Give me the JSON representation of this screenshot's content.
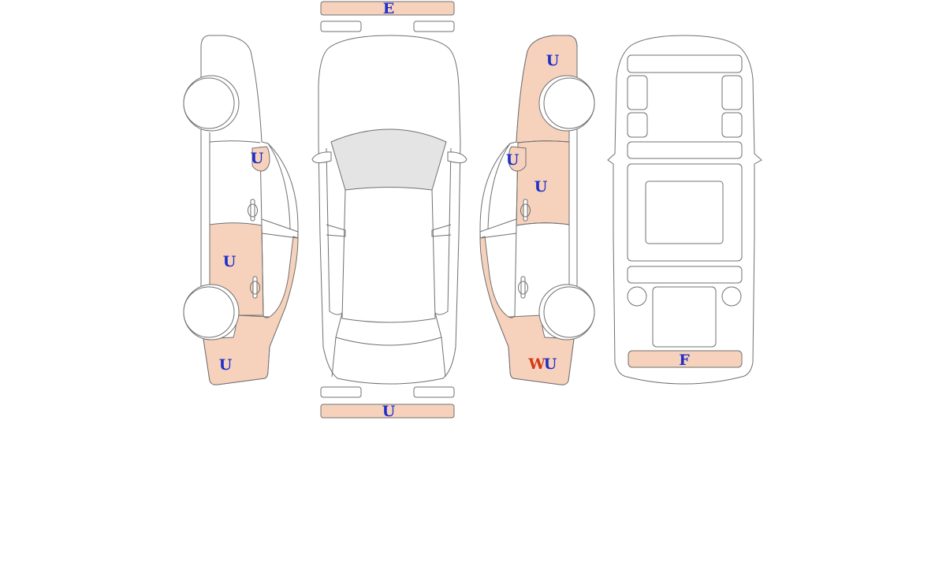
{
  "diagram": {
    "colors": {
      "damage_fill": "#f6d2bd",
      "glass_fill": "#e4e4e4",
      "code_blue": "#1f2fc8",
      "code_red": "#d13b14"
    },
    "markers": {
      "front_bumper": {
        "codes": [
          {
            "text": "E",
            "color": "blue"
          }
        ]
      },
      "rear_bumper": {
        "codes": [
          {
            "text": "U",
            "color": "blue"
          }
        ]
      },
      "interior_rear_panel": {
        "codes": [
          {
            "text": "F",
            "color": "blue"
          }
        ]
      },
      "left_mirror": {
        "codes": [
          {
            "text": "U",
            "color": "blue"
          }
        ]
      },
      "left_rear_door": {
        "codes": [
          {
            "text": "U",
            "color": "blue"
          }
        ]
      },
      "left_rear_quarter": {
        "codes": [
          {
            "text": "U",
            "color": "blue"
          }
        ]
      },
      "right_front_fender": {
        "codes": [
          {
            "text": "U",
            "color": "blue"
          }
        ]
      },
      "right_mirror": {
        "codes": [
          {
            "text": "U",
            "color": "blue"
          }
        ]
      },
      "right_front_door": {
        "codes": [
          {
            "text": "U",
            "color": "blue"
          }
        ]
      },
      "right_rear_quarter": {
        "codes": [
          {
            "text": "W",
            "color": "red"
          },
          {
            "text": "U",
            "color": "blue"
          }
        ]
      }
    }
  }
}
